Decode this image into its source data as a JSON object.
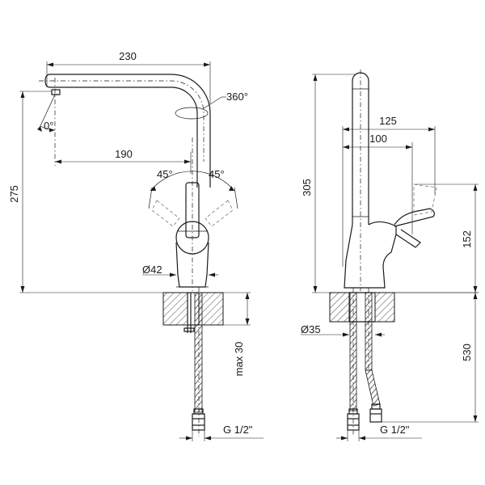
{
  "front_view": {
    "dim_spout_reach": "230",
    "dim_rotation": "360°",
    "dim_spout_angle": "0°",
    "dim_outlet_distance": "190",
    "dim_lever_left": "45°",
    "dim_lever_right": "45°",
    "dim_total_height": "275",
    "dim_body_diameter": "Ø42",
    "dim_max_deck": "max 30",
    "dim_thread": "G 1/2\""
  },
  "side_view": {
    "dim_height": "305",
    "dim_reach_outer": "125",
    "dim_reach_inner": "100",
    "dim_lever_height": "152",
    "dim_hole_diameter": "Ø35",
    "dim_hose_length": "530",
    "dim_thread": "G 1/2\""
  }
}
